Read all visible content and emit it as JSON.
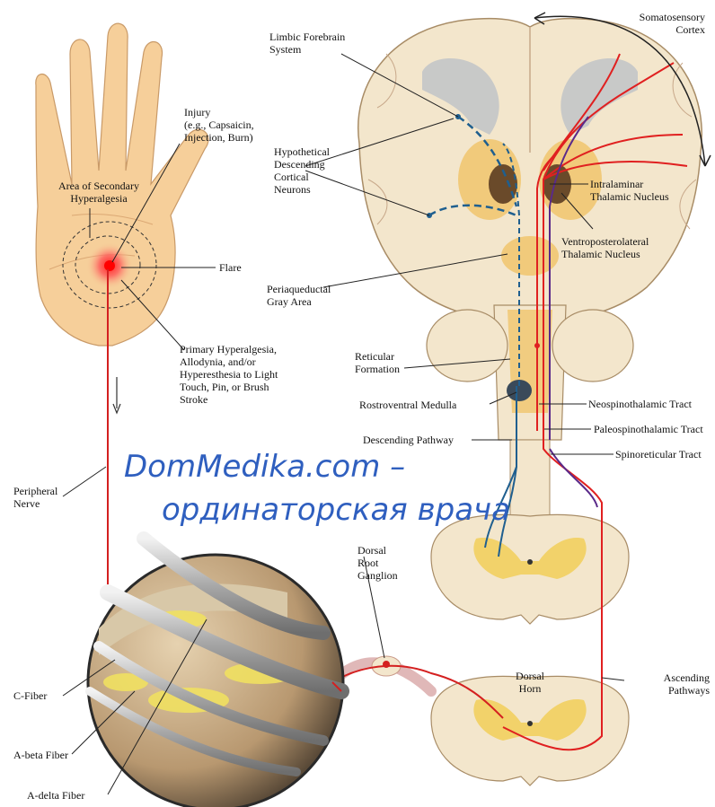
{
  "labels": {
    "somatosensory_cortex": [
      "Somatosensory",
      "Cortex"
    ],
    "limbic_forebrain": [
      "Limbic Forebrain",
      "System"
    ],
    "injury": [
      "Injury",
      "(e.g., Capsaicin,",
      "Injection, Burn)"
    ],
    "hypothetical_descending": [
      "Hypothetical",
      "Descending",
      "Cortical",
      "Neurons"
    ],
    "secondary_hyperalgesia": [
      "Area of Secondary",
      "Hyperalgesia"
    ],
    "intralaminar": [
      "Intralaminar",
      "Thalamic Nucleus"
    ],
    "ventroposterolateral": [
      "Ventroposterolateral",
      "Thalamic Nucleus"
    ],
    "flare": "Flare",
    "periaqueductal": [
      "Periaqueductal",
      "Gray Area"
    ],
    "primary_hyperalgesia": [
      "Primary Hyperalgesia,",
      "Allodynia, and/or",
      "Hyperesthesia to Light",
      "Touch, Pin, or Brush",
      "Stroke"
    ],
    "reticular_formation": [
      "Reticular",
      "Formation"
    ],
    "rostroventral_medulla": "Rostroventral Medulla",
    "neospinothalamic": "Neospinothalamic Tract",
    "paleospinothalamic": "Paleospinothalamic Tract",
    "descending_pathway": "Descending Pathway",
    "spinoreticular": "Spinoreticular Tract",
    "peripheral_nerve": [
      "Peripheral",
      "Nerve"
    ],
    "dorsal_root_ganglion": [
      "Dorsal",
      "Root",
      "Ganglion"
    ],
    "dorsal_horn": [
      "Dorsal",
      "Horn"
    ],
    "ascending_pathways": [
      "Ascending",
      "Pathways"
    ],
    "c_fiber": "C-Fiber",
    "a_beta_fiber": "A-beta Fiber",
    "a_delta_fiber": "A-delta Fiber"
  },
  "watermark": {
    "line1": "DomMedika.com –",
    "line2": "ординаторская врача"
  },
  "colors": {
    "skin": "#f6cf9a",
    "brain": "#f3e6cc",
    "brain_gray": "#c8c9c8",
    "nucleus": "#f0c060",
    "red_tract": "#e02020",
    "purple_tract": "#5a2a8a",
    "blue_pathway": "#1f5f8f",
    "watermark": "#2f5fbf"
  }
}
